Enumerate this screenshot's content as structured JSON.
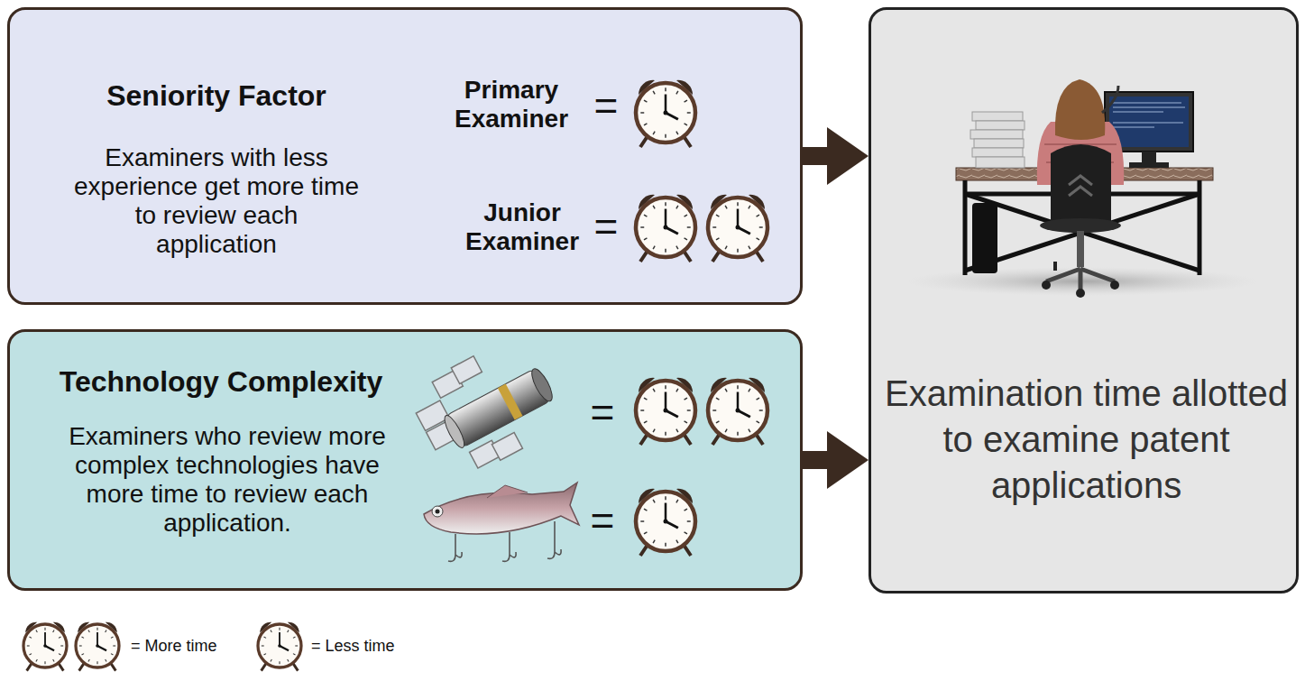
{
  "diagram": {
    "nodes": [
      {
        "text": [
          "Seniority Factor",
          "Examiners with less experience get more time to review each application"
        ]
      },
      {
        "text": [
          "Technology Complexity",
          "Examiners who review more complex technologies have more time to review each application."
        ]
      },
      {
        "text": [
          "Examination time allotted to examine patent applications"
        ]
      }
    ],
    "edges": [
      {
        "from": 0,
        "to": 2,
        "arrow": "to"
      },
      {
        "from": 1,
        "to": 2,
        "arrow": "to"
      }
    ],
    "labels": [
      "Primary Examiner",
      "=",
      "Junior Examiner",
      "=",
      "=",
      "="
    ],
    "legend": [
      {
        "text": "= More time"
      },
      {
        "text": "= Less time"
      }
    ]
  }
}
